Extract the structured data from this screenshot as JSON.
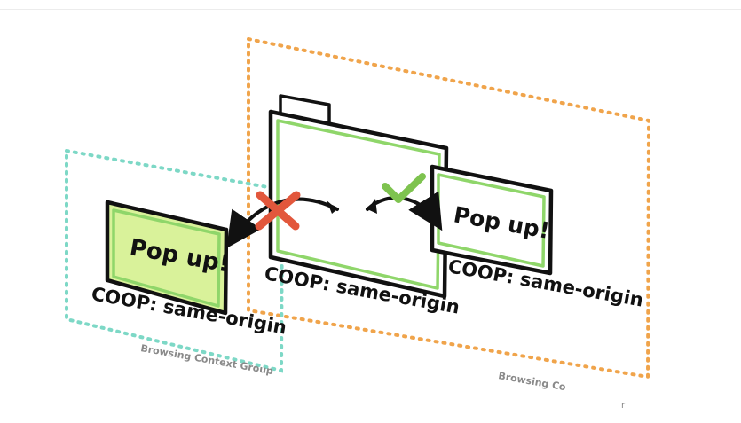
{
  "diagram": {
    "left_popup": {
      "label": "Pop up!",
      "policy": "COOP: same-origin",
      "fill_color": "#d9f29a",
      "border_color": "#8fd66a"
    },
    "main_window": {
      "policy": "COOP: same-origin",
      "border_color": "#8fd66a"
    },
    "right_popup": {
      "label": "Pop up!",
      "policy": "COOP: same-origin",
      "border_color": "#8fd66a"
    },
    "left_group": {
      "label": "Browsing Context Group",
      "color": "#7dd8c6"
    },
    "right_group": {
      "label": "Browsing Co",
      "color": "#f0a44b"
    },
    "blocked_mark_color": "#e2573c",
    "allowed_mark_color": "#7ec34f",
    "corner_mark": "r"
  }
}
